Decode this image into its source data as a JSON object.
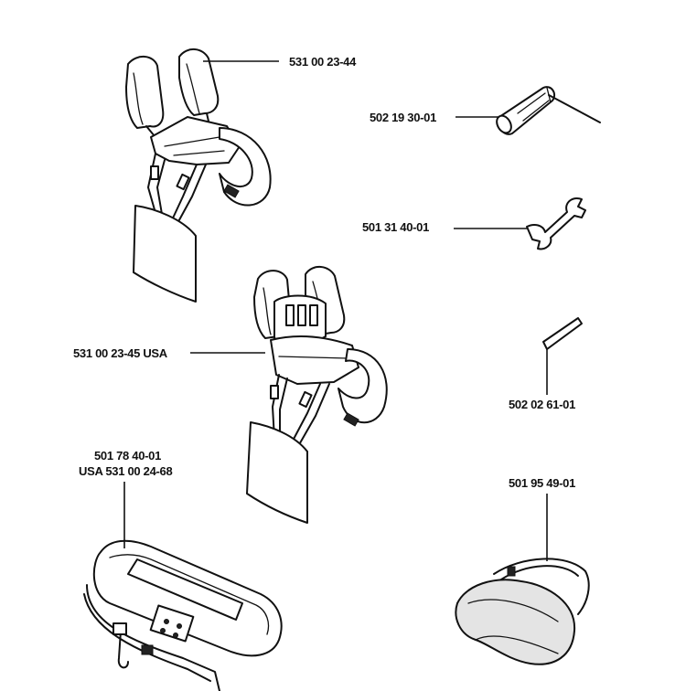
{
  "parts": {
    "harness_standard": "531 00 23-44",
    "combination_spanner": "502 19 30-01",
    "open_spanner": "501 31 40-01",
    "harness_usa": "531 00 23-45 USA",
    "pin": "502 02 61-01",
    "belt_line1": "501 78 40-01",
    "belt_line2": "USA 531 00 24-68",
    "goggles": "501 95 49-01"
  }
}
